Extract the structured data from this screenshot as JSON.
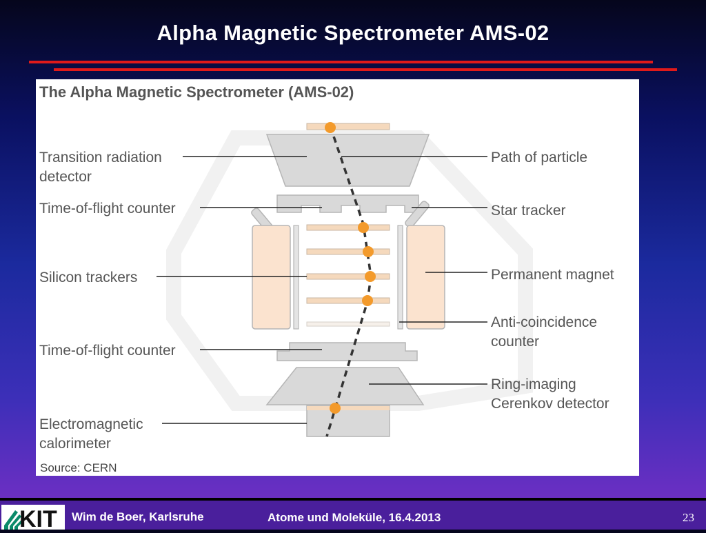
{
  "slide": {
    "title": "Alpha Magnetic Spectrometer  AMS-02",
    "page_number": "23"
  },
  "figure": {
    "heading": "The Alpha Magnetic Spectrometer (AMS-02)",
    "source": "Source: CERN",
    "labels_left": {
      "trd_line1": "Transition radiation",
      "trd_line2": "detector",
      "tof_top": "Time-of-flight counter",
      "silicon": "Silicon trackers",
      "tof_bottom": "Time-of-flight counter",
      "ecal_line1": "Electromagnetic",
      "ecal_line2": "calorimeter"
    },
    "labels_right": {
      "path": "Path of particle",
      "star": "Star tracker",
      "magnet": "Permanent magnet",
      "acc_line1": "Anti-coincidence",
      "acc_line2": "counter",
      "rich_line1": "Ring-imaging",
      "rich_line2": "Cerenkov detector"
    },
    "colors": {
      "detector_gray": "#d9d9d9",
      "magnet_peach": "#fbe3cf",
      "particle_orange": "#f39a2b",
      "strip_tan": "#f5d9bd"
    }
  },
  "footer": {
    "author": "Wim de Boer, Karlsruhe",
    "course": "Atome und Moleküle, 16.4.2013",
    "logo_text": "KIT"
  }
}
